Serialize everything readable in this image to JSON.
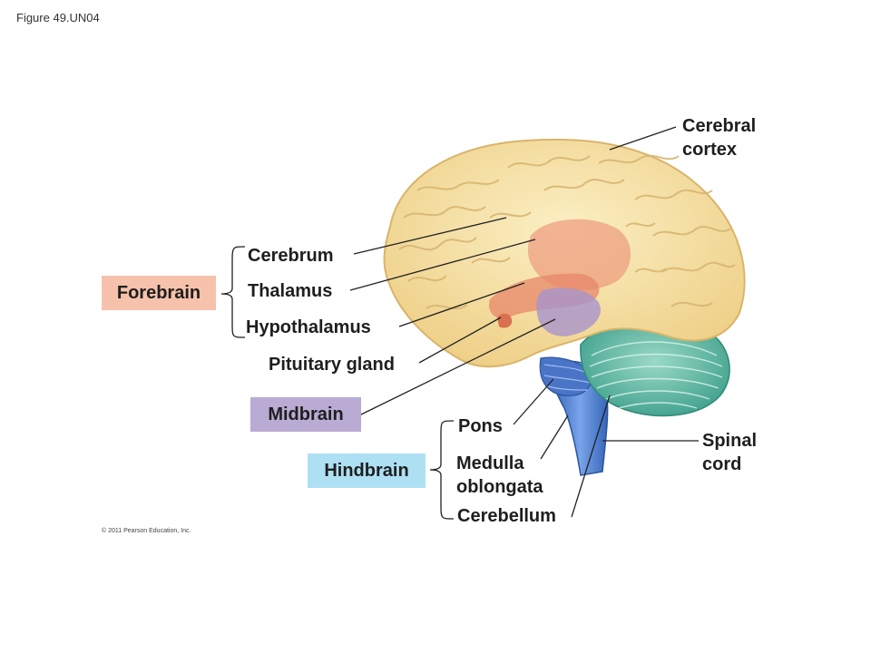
{
  "figure_label": "Figure 49.UN04",
  "copyright": "© 2011 Pearson Education, Inc.",
  "labels": {
    "cerebral_cortex": [
      "Cerebral",
      "cortex"
    ],
    "cerebrum": "Cerebrum",
    "thalamus": "Thalamus",
    "hypothalamus": "Hypothalamus",
    "pituitary_gland": "Pituitary gland",
    "pons": "Pons",
    "medulla_oblongata": [
      "Medulla",
      "oblongata"
    ],
    "cerebellum": "Cerebellum",
    "spinal_cord": [
      "Spinal",
      "cord"
    ]
  },
  "regions": {
    "forebrain": "Forebrain",
    "midbrain": "Midbrain",
    "hindbrain": "Hindbrain"
  },
  "colors": {
    "forebrain_box": "#f7c2ab",
    "midbrain_box": "#b9abd3",
    "hindbrain_box": "#aee0f4",
    "cortex": "#f6e3a6",
    "cerebellum": "#6fc4ad",
    "brainstem": "#4f7fcf"
  }
}
